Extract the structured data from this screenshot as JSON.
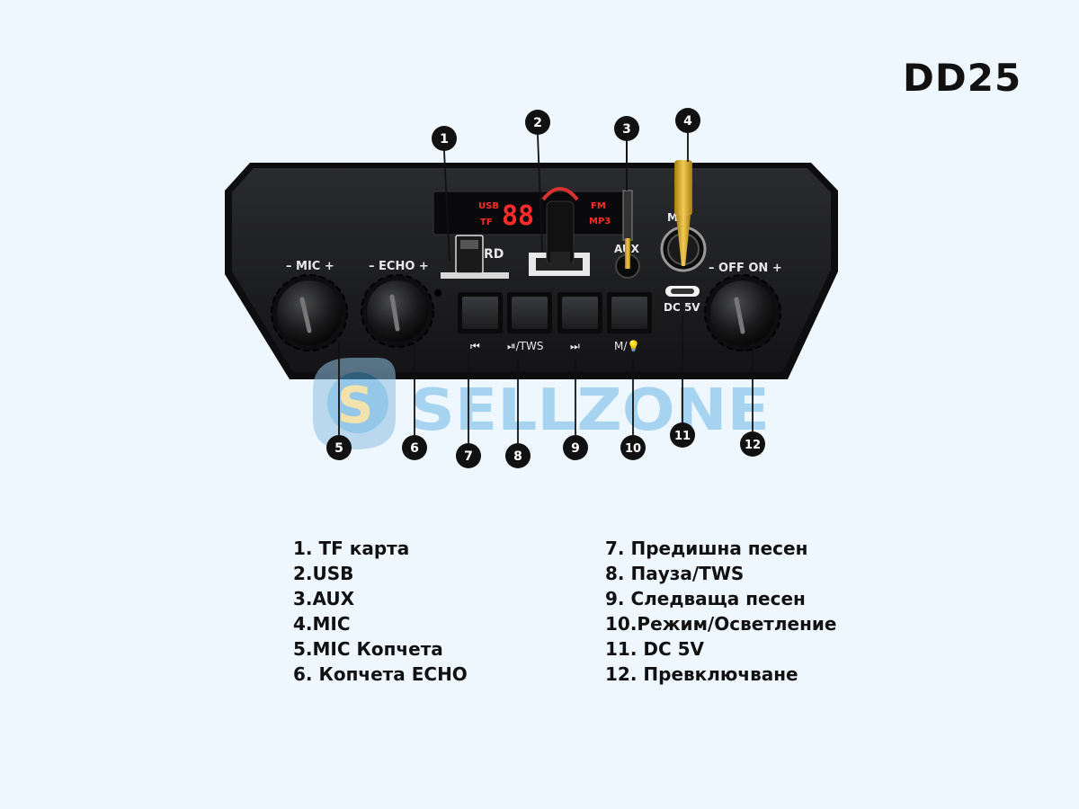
{
  "model": "DD25",
  "watermark": "SELLZONE",
  "panel": {
    "mic_label": "– MIC +",
    "echo_label": "– ECHO +",
    "power_label": "– OFF ON +",
    "display_usb": "USB",
    "display_tf": "TF",
    "display_digits": "88",
    "display_fm": "FM",
    "display_mp3": "MP3",
    "card_label": "RD",
    "aux_label": "AUX",
    "mic_jack_label": "M",
    "dc_label": "DC 5V",
    "btn_prev_label": "⏮",
    "btn_play_label": "⏯/TWS",
    "btn_next_label": "⏭",
    "btn_mode_label": "M/💡"
  },
  "callouts": [
    "1",
    "2",
    "3",
    "4",
    "5",
    "6",
    "7",
    "8",
    "9",
    "10",
    "11",
    "12"
  ],
  "legend_left": [
    "1. TF карта",
    "2.USB",
    "3.AUX",
    "4.MIC",
    "5.MIC Копчета",
    "6. Копчета ECHO"
  ],
  "legend_right": [
    "7. Предишна песен",
    "8. Пауза/TWS",
    "9. Следваща песен",
    "10.Режим/Осветление",
    "11. DC 5V",
    "12. Превключване"
  ],
  "colors": {
    "panel": "#1e1f21",
    "display_red": "#ff2a2a",
    "gold": "#e1b12c",
    "callout": "#111111"
  }
}
